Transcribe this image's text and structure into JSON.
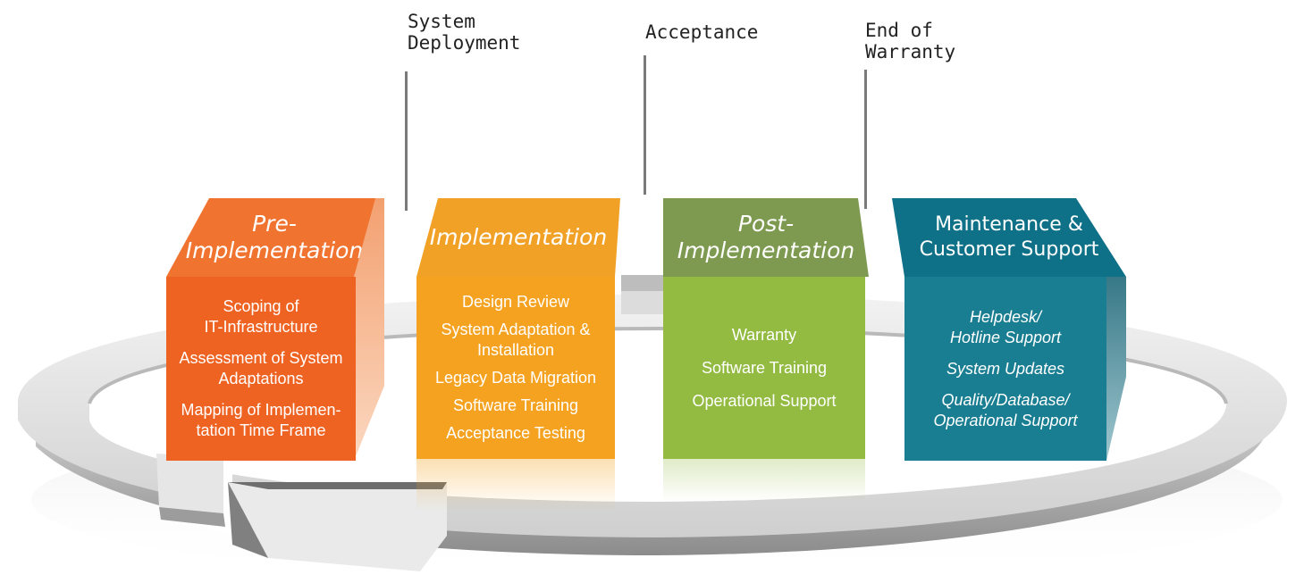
{
  "milestones": [
    {
      "id": "system-deployment",
      "lines": [
        "System",
        "Deployment"
      ]
    },
    {
      "id": "acceptance",
      "lines": [
        "Acceptance"
      ]
    },
    {
      "id": "end-of-warranty",
      "lines": [
        "End of",
        "Warranty"
      ]
    }
  ],
  "phases": [
    {
      "id": "pre-implementation",
      "title_lines": [
        "Pre-",
        "Implementation"
      ],
      "title_style": "italic",
      "color_front": "#ef6322",
      "color_top": "#f07330",
      "items": [
        [
          "Scoping of",
          "IT-Infrastructure"
        ],
        [
          "Assessment of System",
          "Adaptations"
        ],
        [
          "Mapping of Implemen-",
          "tation Time Frame"
        ]
      ]
    },
    {
      "id": "implementation",
      "title_lines": [
        "Implementation"
      ],
      "title_style": "italic",
      "color_front": "#f4a21f",
      "color_top": "#f0a126",
      "items": [
        [
          "Design Review"
        ],
        [
          "System Adaptation &",
          "Installation"
        ],
        [
          "Legacy Data Migration"
        ],
        [
          "Software Training"
        ],
        [
          "Acceptance Testing"
        ]
      ]
    },
    {
      "id": "post-implementation",
      "title_lines": [
        "Post-",
        "Implementation"
      ],
      "title_style": "italic",
      "color_front": "#93bb42",
      "color_top": "#7e9a50",
      "items": [
        [
          "Warranty"
        ],
        [
          "Software Training"
        ],
        [
          "Operational Support"
        ]
      ]
    },
    {
      "id": "maintenance-support",
      "title_lines": [
        "Maintenance &",
        "Customer Support"
      ],
      "title_style": "upright",
      "color_front": "#1a7e92",
      "color_top": "#0f7188",
      "items": [
        [
          "Helpdesk/",
          "Hotline Support"
        ],
        [
          "System Updates"
        ],
        [
          "Quality/Database/",
          "Operational Support"
        ]
      ]
    }
  ]
}
